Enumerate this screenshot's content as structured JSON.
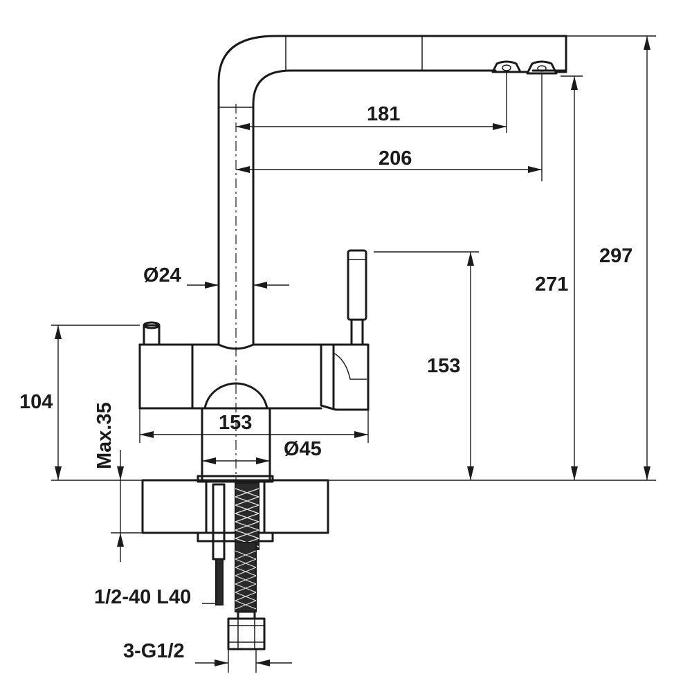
{
  "diagram": {
    "dimensions": {
      "spout_reach_181": "181",
      "spout_reach_206": "206",
      "total_height": "297",
      "spout_height": "271",
      "lever_height": "153",
      "spout_diameter": "Ø24",
      "body_height": "104",
      "body_width": "153",
      "base_diameter": "Ø45",
      "max_deck_thickness": "Max.35",
      "flexible_hose": "1/2-40 L40",
      "hose_connection": "3-G1/2"
    }
  }
}
